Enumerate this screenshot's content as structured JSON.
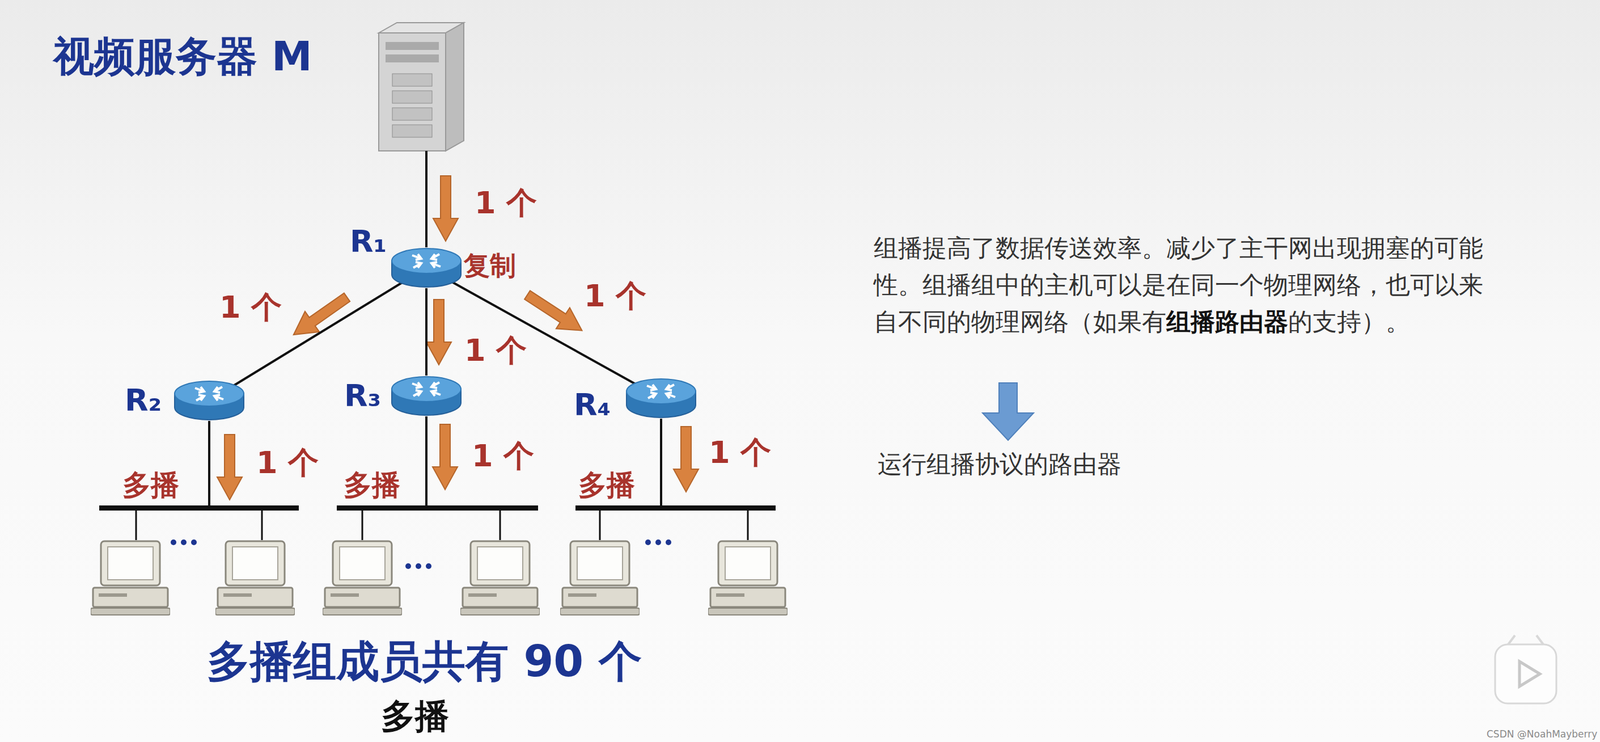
{
  "diagram": {
    "caption": "多播",
    "nodes": [
      {
        "text": [
          "视频服务器 M"
        ]
      },
      {
        "text": [
          "R₁"
        ]
      },
      {
        "text": [
          "R₂"
        ]
      },
      {
        "text": [
          "R₃"
        ]
      },
      {
        "text": [
          "R₄"
        ]
      }
    ],
    "edges": [
      {
        "from": 0,
        "to": 1,
        "arrow": "none"
      },
      {
        "from": 1,
        "to": 2,
        "arrow": "none"
      },
      {
        "from": 1,
        "to": 3,
        "arrow": "none"
      },
      {
        "from": 1,
        "to": 4,
        "arrow": "none"
      }
    ],
    "labels": [
      "1 个",
      "复制",
      "1 个",
      "1 个",
      "1 个",
      "1 个",
      "多播",
      "1 个",
      "多播",
      "1 个",
      "多播",
      "多播组成员共有 90 个",
      "组播提高了数据传送效率。减少了主干网出现拥塞的可能性。组播组中的主机可以是在同一个物理网络，也可以来自不同的物理网络（如果有",
      "组播路由器",
      "的支持）。",
      "运行组播协议的路由器",
      "CSDN @NoahMayberry"
    ]
  }
}
